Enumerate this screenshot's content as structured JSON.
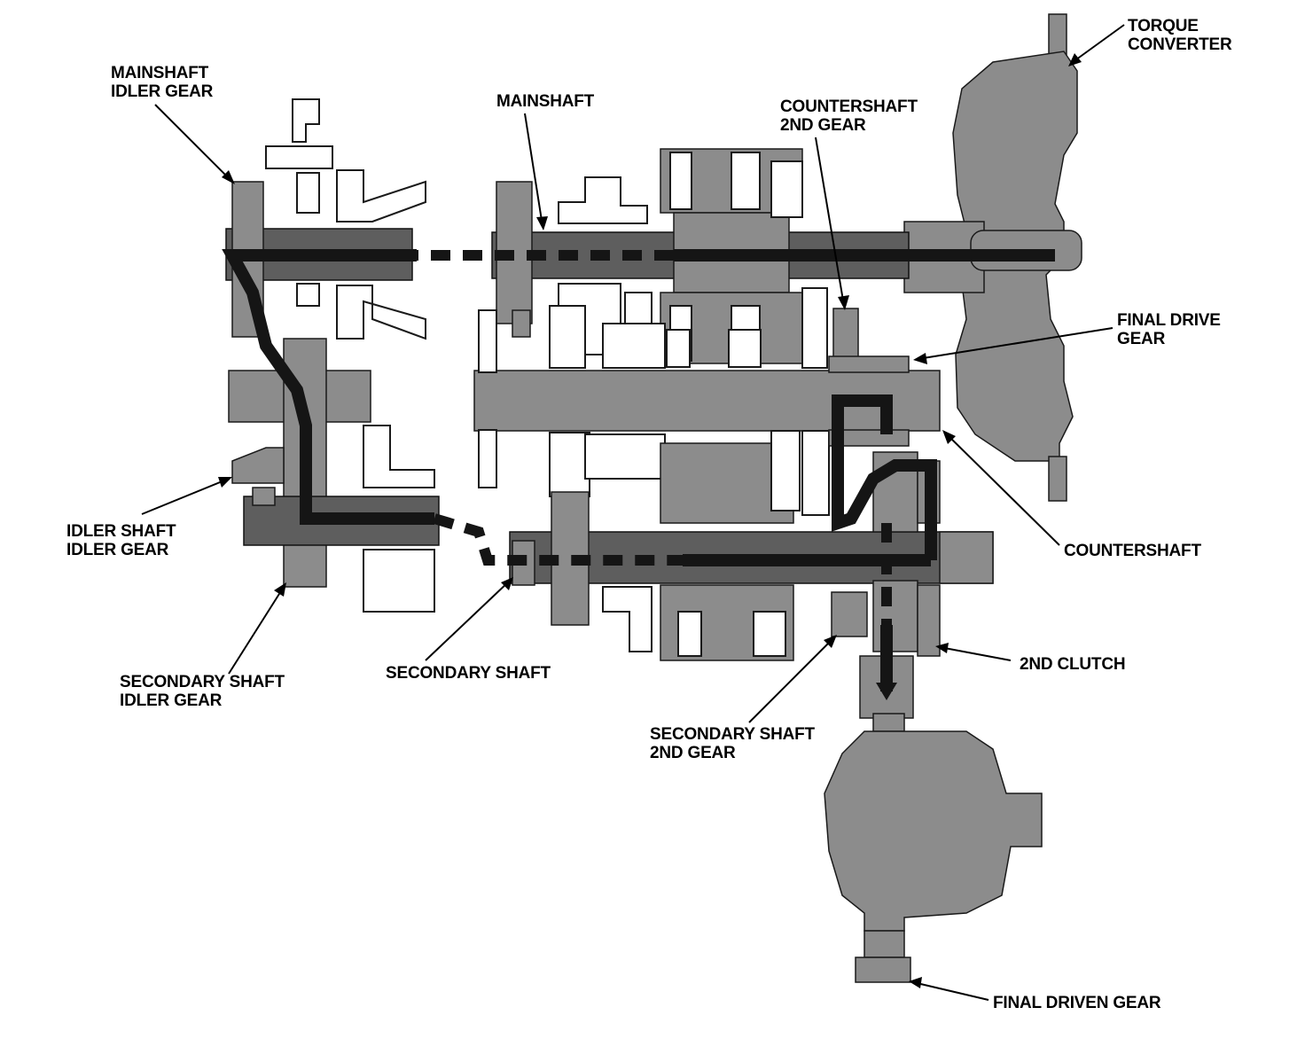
{
  "labels": {
    "torque_converter": [
      "TORQUE",
      "CONVERTER"
    ],
    "mainshaft_idler_gear": [
      "MAINSHAFT",
      "IDLER GEAR"
    ],
    "mainshaft": [
      "MAINSHAFT"
    ],
    "countershaft_2nd_gear": [
      "COUNTERSHAFT",
      "2ND GEAR"
    ],
    "final_drive_gear": [
      "FINAL DRIVE",
      "GEAR"
    ],
    "countershaft": [
      "COUNTERSHAFT"
    ],
    "idler_shaft_idler_gear": [
      "IDLER SHAFT",
      "IDLER GEAR"
    ],
    "secondary_shaft_idler_gear": [
      "SECONDARY SHAFT",
      "IDLER GEAR"
    ],
    "secondary_shaft": [
      "SECONDARY SHAFT"
    ],
    "second_clutch": [
      "2ND CLUTCH"
    ],
    "secondary_shaft_2nd_gear": [
      "SECONDARY SHAFT",
      "2ND GEAR"
    ],
    "final_driven_gear": [
      "FINAL DRIVEN GEAR"
    ]
  },
  "colors": {
    "part_fill": "#8c8c8c",
    "shaft_fill": "#5e5e5e",
    "power_flow": "#151515"
  }
}
